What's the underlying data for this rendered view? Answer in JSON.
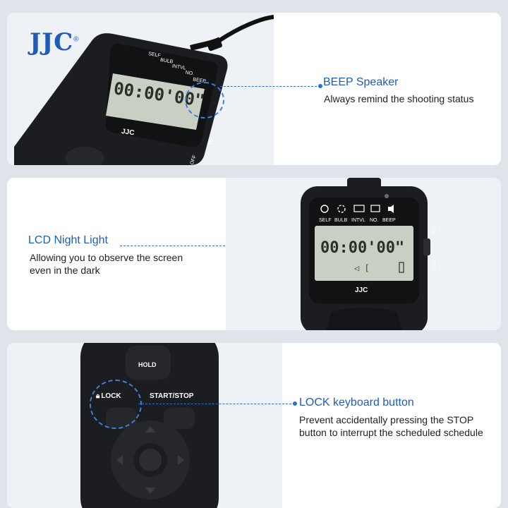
{
  "brand": {
    "logo_text": "JJC",
    "logo_mark": "®"
  },
  "device_labels": {
    "modes": [
      "SELF",
      "BULB",
      "INTVL",
      "NO.",
      "BEEP"
    ],
    "lcd_time": "00:00'00\"",
    "body_brand": "JJC",
    "switch_on": "ON",
    "switch_off": "OFF",
    "lock_key": "LOCK",
    "start_stop_key": "START/STOP",
    "hold_key": "HOLD"
  },
  "features": [
    {
      "title": "BEEP Speaker",
      "description": [
        "Always remind the shooting status"
      ]
    },
    {
      "title": "LCD Night Light",
      "description": [
        "Allowing you to observe the screen",
        "even in the dark"
      ]
    },
    {
      "title": "LOCK keyboard button",
      "description": [
        "Prevent accidentally pressing the STOP",
        "button to interrupt the scheduled schedule"
      ]
    }
  ],
  "colors": {
    "accent": "#1f5db5",
    "lcd": "#c9cfc2",
    "device_body": "#1c1d20"
  },
  "icons": [
    "power-icon",
    "shutter-icon",
    "interval-icon",
    "count-icon",
    "speaker-icon",
    "lock-icon",
    "dpad-icon"
  ]
}
